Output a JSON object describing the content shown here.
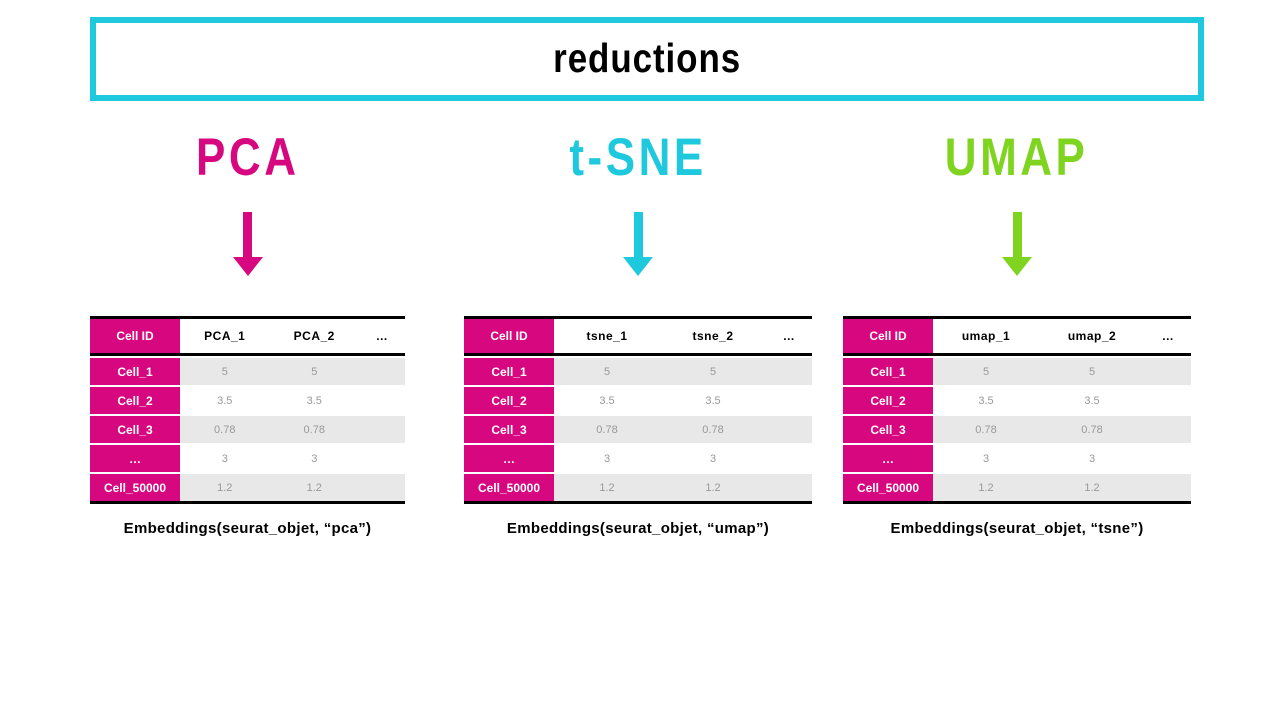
{
  "title": "reductions",
  "colors": {
    "magenta": "#d6077f",
    "cyan": "#1fc9dd",
    "green": "#7fd41f",
    "banner_border": "#1fc9dd",
    "stripe": "#e8e8e8",
    "value_text": "#999999"
  },
  "columns": [
    {
      "label": "PCA",
      "color": "#d6077f",
      "table": {
        "headers": [
          "Cell ID",
          "PCA_1",
          "PCA_2",
          "…"
        ],
        "rows": [
          {
            "id": "Cell_1",
            "values": [
              "5",
              "5"
            ]
          },
          {
            "id": "Cell_2",
            "values": [
              "3.5",
              "3.5"
            ]
          },
          {
            "id": "Cell_3",
            "values": [
              "0.78",
              "0.78"
            ]
          },
          {
            "id": "…",
            "values": [
              "3",
              "3"
            ]
          },
          {
            "id": "Cell_50000",
            "values": [
              "1.2",
              "1.2"
            ]
          }
        ]
      },
      "caption": "Embeddings(seurat_objet, “pca”)"
    },
    {
      "label": "t-SNE",
      "color": "#1fc9dd",
      "table": {
        "headers": [
          "Cell ID",
          "tsne_1",
          "tsne_2",
          "…"
        ],
        "rows": [
          {
            "id": "Cell_1",
            "values": [
              "5",
              "5"
            ]
          },
          {
            "id": "Cell_2",
            "values": [
              "3.5",
              "3.5"
            ]
          },
          {
            "id": "Cell_3",
            "values": [
              "0.78",
              "0.78"
            ]
          },
          {
            "id": "…",
            "values": [
              "3",
              "3"
            ]
          },
          {
            "id": "Cell_50000",
            "values": [
              "1.2",
              "1.2"
            ]
          }
        ]
      },
      "caption": "Embeddings(seurat_objet, “umap”)"
    },
    {
      "label": "UMAP",
      "color": "#7fd41f",
      "table": {
        "headers": [
          "Cell ID",
          "umap_1",
          "umap_2",
          "…"
        ],
        "rows": [
          {
            "id": "Cell_1",
            "values": [
              "5",
              "5"
            ]
          },
          {
            "id": "Cell_2",
            "values": [
              "3.5",
              "3.5"
            ]
          },
          {
            "id": "Cell_3",
            "values": [
              "0.78",
              "0.78"
            ]
          },
          {
            "id": "…",
            "values": [
              "3",
              "3"
            ]
          },
          {
            "id": "Cell_50000",
            "values": [
              "1.2",
              "1.2"
            ]
          }
        ]
      },
      "caption": "Embeddings(seurat_objet, “tsne”)"
    }
  ]
}
